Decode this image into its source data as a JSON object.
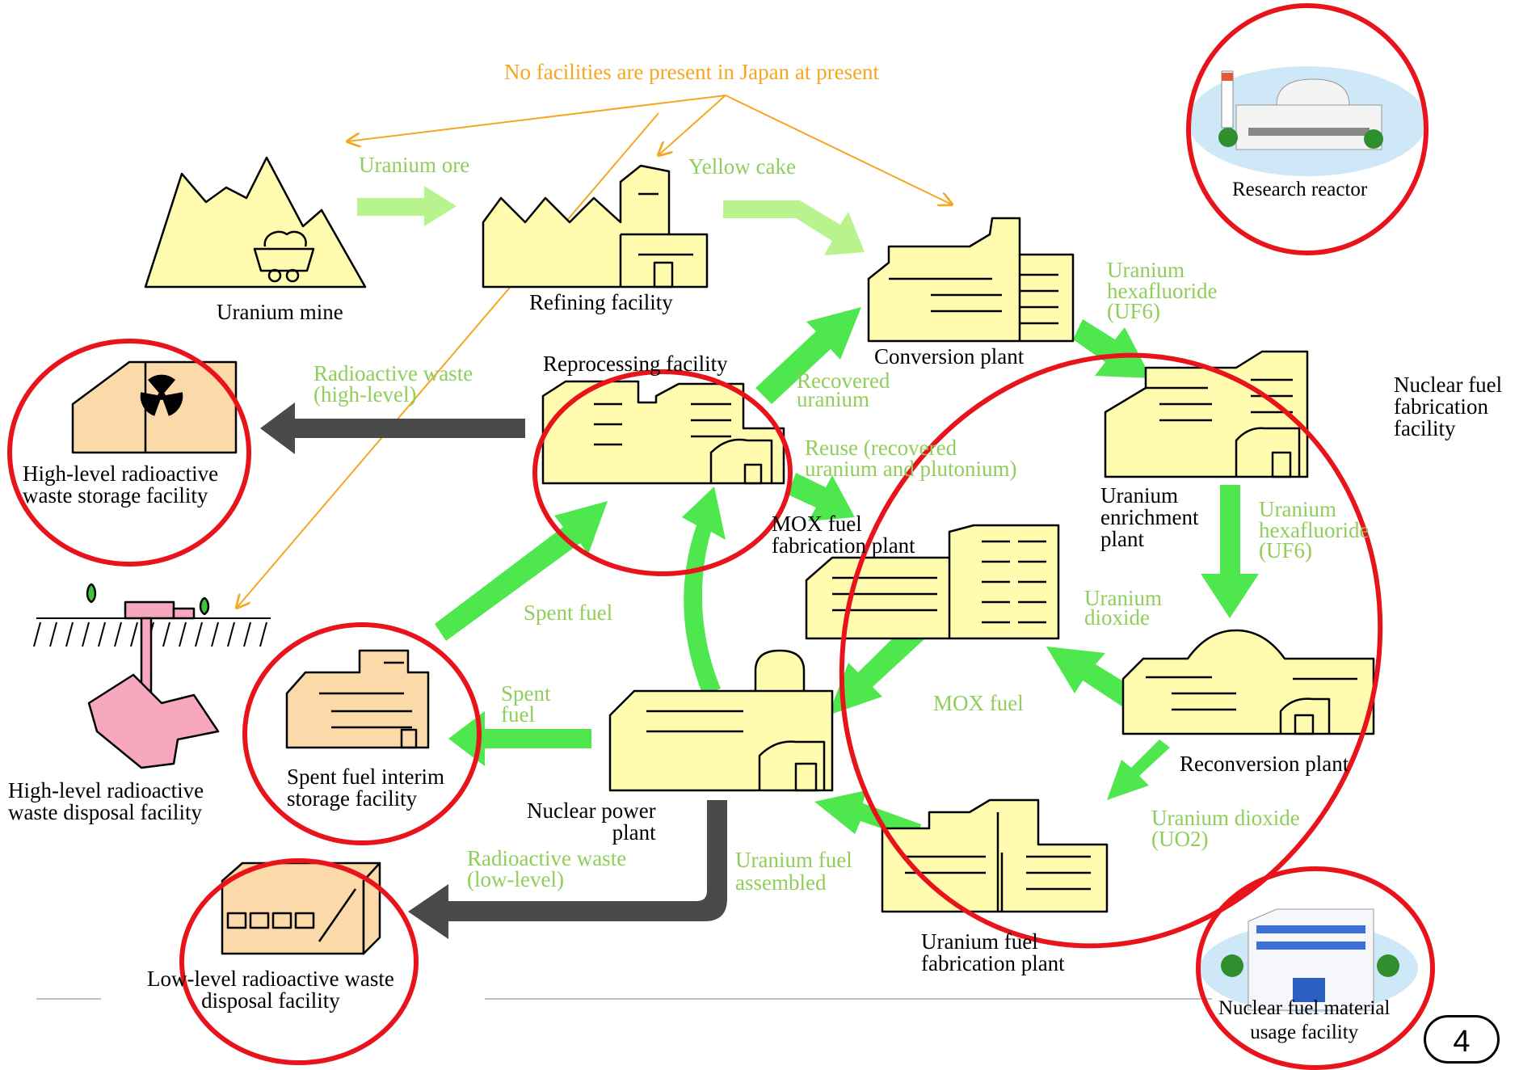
{
  "note": "No facilities are present in Japan at present",
  "facilities": {
    "uranium_mine": "Uranium mine",
    "refining": "Refining facility",
    "conversion": "Conversion plant",
    "reprocessing": "Reprocessing facility",
    "hlw_storage": "High-level radioactive\nwaste storage facility",
    "hlw_disposal": "High-level radioactive\nwaste disposal facility",
    "enrichment": "Uranium\nenrichment\nplant",
    "mox_fabrication": "MOX fuel\nfabrication plant",
    "reconversion": "Reconversion plant",
    "spent_fuel_storage": "Spent fuel interim\nstorage facility",
    "nuclear_power_plant": "Nuclear power\nplant",
    "uranium_fuel_fabrication": "Uranium fuel\nfabrication plant",
    "llw_disposal": "Low-level radioactive waste\ndisposal facility",
    "research_reactor": "Research reactor",
    "nuclear_fuel_fabrication": "Nuclear fuel\nfabrication\nfacility",
    "nuclear_fuel_material_usage": "Nuclear fuel material\nusage facility"
  },
  "flows": {
    "uranium_ore": "Uranium ore",
    "yellow_cake": "Yellow cake",
    "uf6_1": "Uranium\nhexafluoride\n(UF6)",
    "uf6_2": "Uranium\nhexafluoride\n(UF6)",
    "recovered_uranium": "Recovered\nuranium",
    "reuse": "Reuse (recovered\nuranium and plutonium)",
    "radioactive_high": "Radioactive waste\n(high-level)",
    "uranium_dioxide": "Uranium\ndioxide",
    "spent_fuel_1": "Spent fuel",
    "spent_fuel_2": "Spent\nfuel",
    "mox_fuel": "MOX fuel",
    "uo2": "Uranium dioxide\n(UO2)",
    "radioactive_low": "Radioactive waste\n(low-level)",
    "fuel_assembled": "Uranium fuel\nassembled"
  },
  "page_number": "4",
  "colors": {
    "building_fill": "#fffcb0",
    "arrow_green": "#4ee84e",
    "arrow_light": "#b9f38d",
    "waste_arrow": "#4a4a4a",
    "highlight_circle": "#e8131b",
    "note_orange": "#f5a623"
  }
}
